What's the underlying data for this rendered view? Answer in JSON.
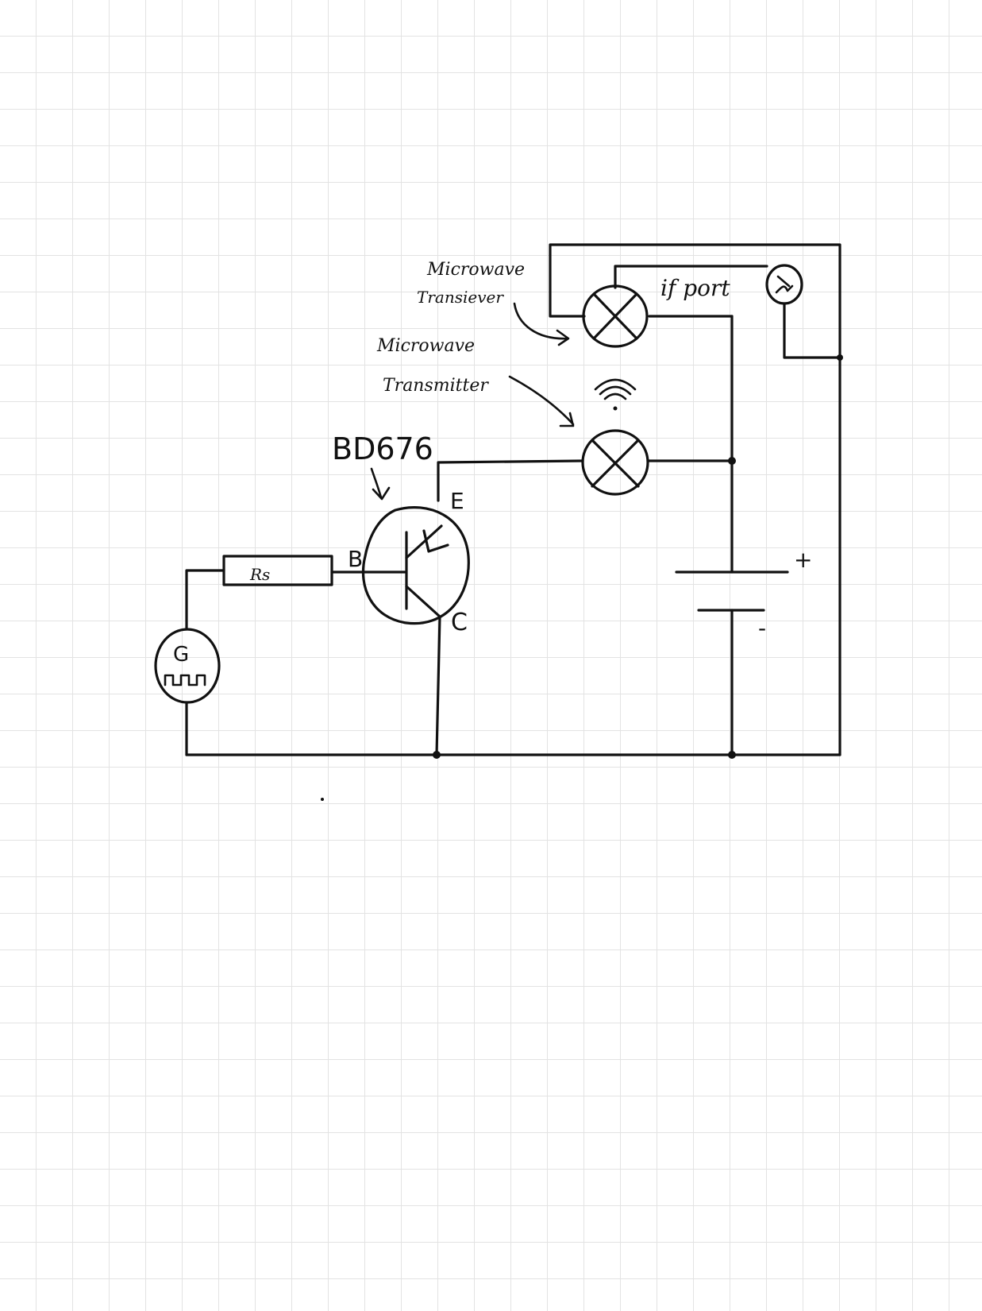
{
  "labels": {
    "transistor_part": "BD676",
    "base": "B",
    "emitter": "E",
    "collector": "C",
    "resistor": "Rs",
    "generator": "G",
    "receiver_line1": "Microwave",
    "receiver_line2": "Transiever",
    "transmitter_line1": "Microwave",
    "transmitter_line2": "Transmitter",
    "if_port": "if port",
    "plus": "+",
    "minus": "-"
  },
  "icons": {
    "generator": "square-wave-generator-icon",
    "oscilloscope": "oscilloscope-icon",
    "antenna": "radio-waves-icon",
    "lamp": "lamp-cross-icon"
  },
  "colors": {
    "ink": "#111111",
    "grid": "#e3e3e3",
    "paper": "#ffffff"
  }
}
